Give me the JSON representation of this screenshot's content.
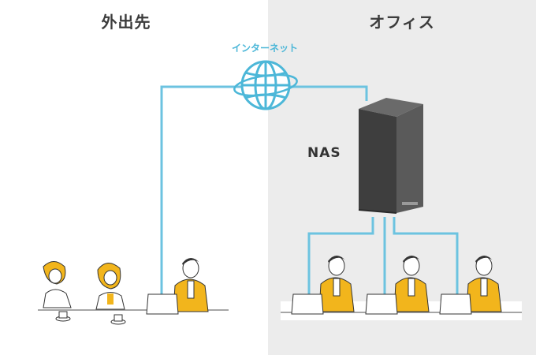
{
  "regions": {
    "left": {
      "title": "外出先"
    },
    "right": {
      "title": "オフィス"
    }
  },
  "internet": {
    "label": "インターネット",
    "icon": "globe-icon"
  },
  "nas": {
    "label": "NAS",
    "icon": "nas-device-icon"
  },
  "colors": {
    "line": "#6cc3e0",
    "globe": "#4cb7d8",
    "office_bg": "#ececec",
    "suit": "#f2b51c",
    "nas_body": "#4a4a4a"
  }
}
